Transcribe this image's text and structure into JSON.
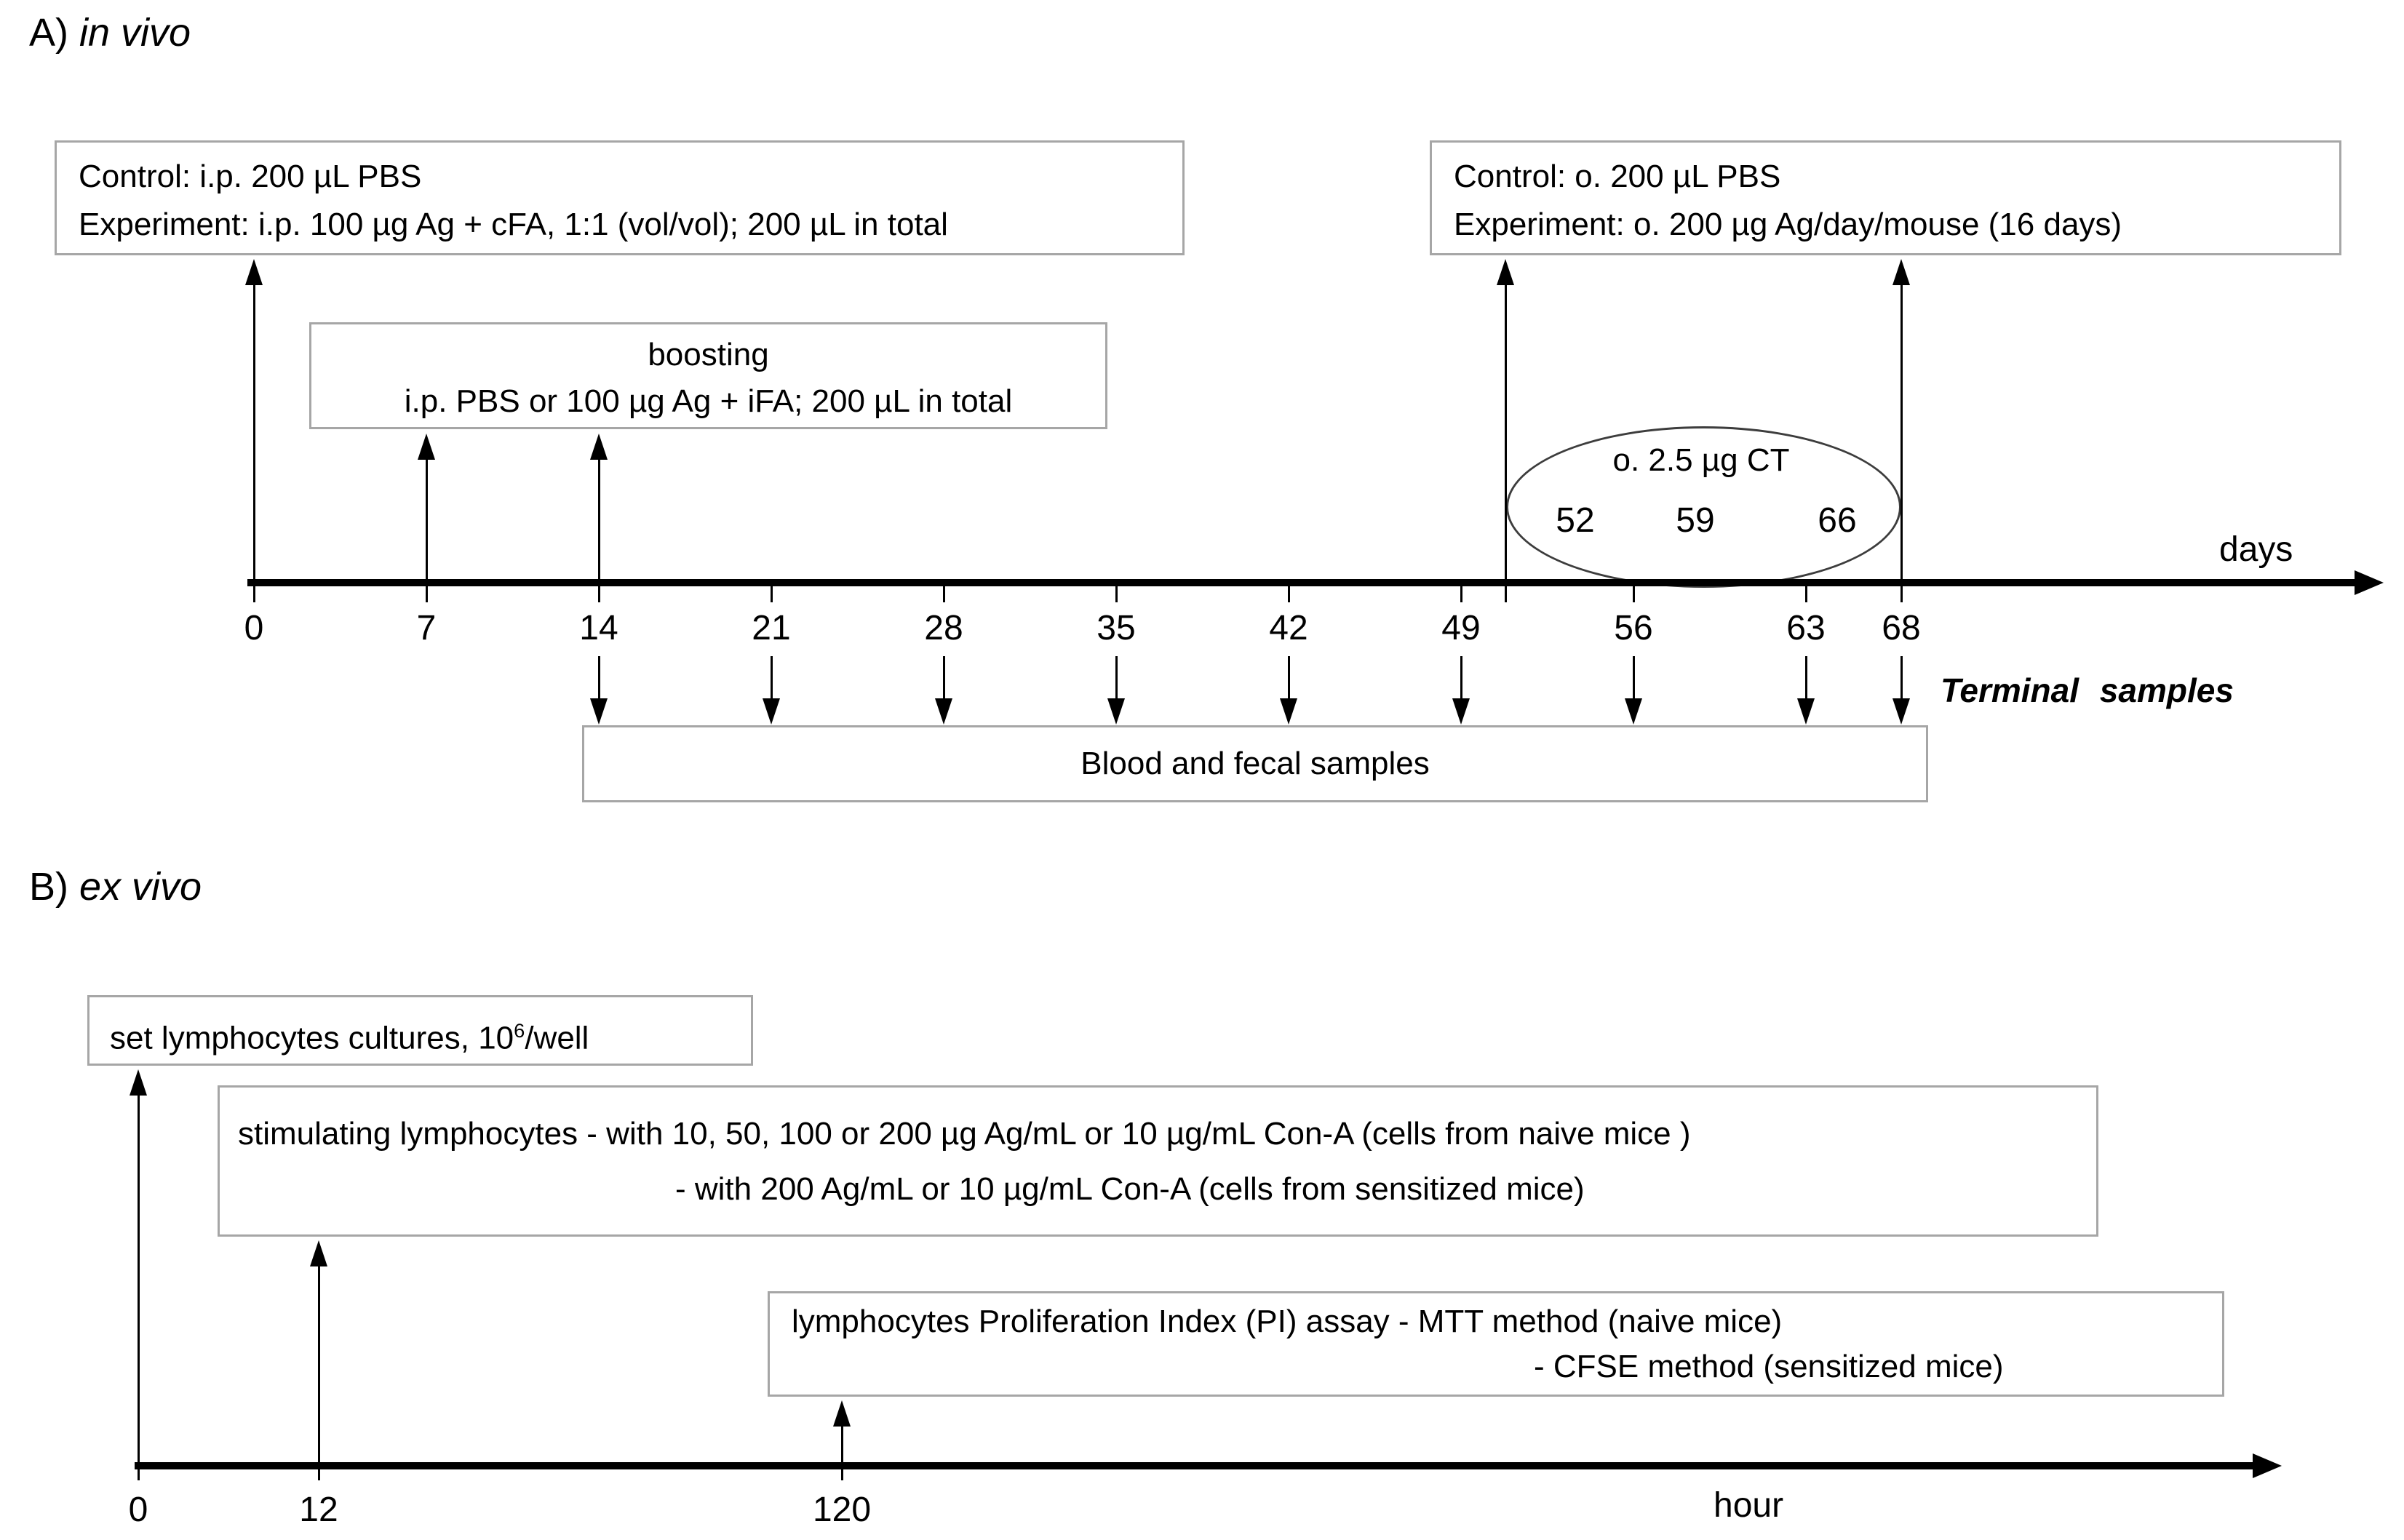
{
  "figure": {
    "panelA": {
      "label": "A)",
      "label_italic": "in vivo",
      "box_immunization": {
        "line1": "Control: i.p. 200 µL PBS",
        "line2": "Experiment: i.p. 100 µg Ag + cFA, 1:1 (vol/vol); 200 µL in total"
      },
      "box_boosting": {
        "line1": "boosting",
        "line2": "i.p. PBS or 100 µg Ag + iFA; 200 µL in total"
      },
      "box_oral": {
        "line1": "Control: o. 200 µL PBS",
        "line2": "Experiment: o. 200 µg Ag/day/mouse (16 days)"
      },
      "ellipse": {
        "label": "o. 2.5 µg CT",
        "days": [
          "52",
          "59",
          "66"
        ]
      },
      "axis": {
        "unit": "days",
        "ticks": [
          "0",
          "7",
          "14",
          "21",
          "28",
          "35",
          "42",
          "49",
          "56",
          "63",
          "68"
        ]
      },
      "samples_label": "Blood and fecal samples",
      "terminal_label": "Terminal samples"
    },
    "panelB": {
      "label": "B)",
      "label_italic": "ex vivo",
      "box_cultures": {
        "text_pre": "set lymphocytes cultures, 10",
        "sup": "6",
        "text_post": "/well"
      },
      "box_stimulating": {
        "line1": "stimulating lymphocytes - with 10, 50, 100 or 200 µg Ag/mL or 10 µg/mL Con-A (cells from naive mice )",
        "line2": "- with 200 Ag/mL or 10 µg/mL Con-A (cells from sensitized mice)"
      },
      "box_assay": {
        "line1": "lymphocytes Proliferation Index (PI) assay - MTT method (naive mice)",
        "line2": "- CFSE method (sensitized mice)"
      },
      "axis": {
        "unit": "hour",
        "ticks": [
          "0",
          "12",
          "120"
        ]
      }
    }
  }
}
